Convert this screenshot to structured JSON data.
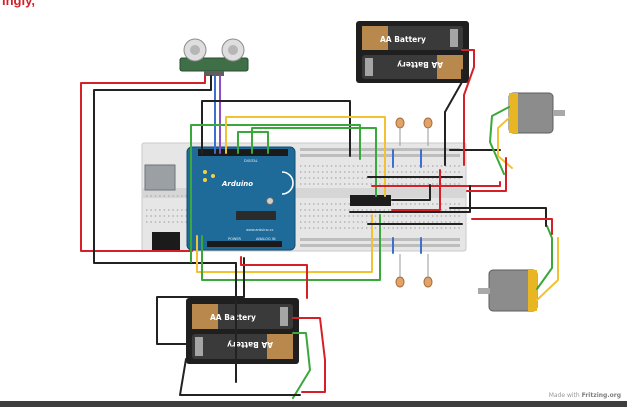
{
  "header": {
    "title_fragment": "ingly,"
  },
  "diagram": {
    "battery_top": {
      "label_a": "AA Battery",
      "label_b": "AA Battery"
    },
    "battery_bottom": {
      "label_a": "AA Battery",
      "label_b": "AA Battery"
    },
    "arduino": {
      "brand": "Arduino",
      "url": "www.arduino.cc",
      "power_label": "POWER",
      "analog_label": "ANALOG IN",
      "digital_label": "DIGITAL"
    },
    "colors": {
      "wire_red": "#d42127",
      "wire_black": "#222222",
      "wire_green": "#3aa83a",
      "wire_yellow": "#f1c232",
      "wire_blue": "#3b6fd4",
      "board_blue": "#1e6b9a",
      "breadboard": "#e7e7e7"
    }
  },
  "footer": {
    "credit_prefix": "Made with",
    "credit_brand": "Fritzing.org"
  }
}
